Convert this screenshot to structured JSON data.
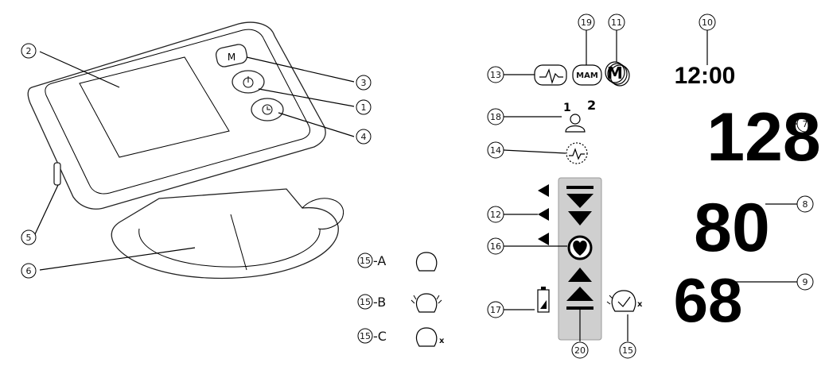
{
  "callouts": {
    "c1": "1",
    "c2": "2",
    "c3": "3",
    "c4": "4",
    "c5": "5",
    "c6": "6",
    "c7": "7",
    "c8": "8",
    "c9": "9",
    "c10": "10",
    "c11": "11",
    "c12": "12",
    "c13": "13",
    "c14": "14",
    "c15": "15",
    "c16": "16",
    "c17": "17",
    "c18": "18",
    "c19": "19",
    "c20": "20",
    "c15a": "15",
    "c15b": "15",
    "c15c": "15"
  },
  "variants": {
    "a": "-A",
    "b": "-B",
    "c": "-C"
  },
  "device": {
    "memory_button": "M"
  },
  "display": {
    "time": "12:00",
    "systolic": "128",
    "diastolic": "80",
    "pulse": "68",
    "mam_label": "MAM",
    "memory_label": "M",
    "user_one": "1",
    "user_two": "2",
    "cuff_error_mark": "x",
    "variant_c_mark": "x"
  }
}
